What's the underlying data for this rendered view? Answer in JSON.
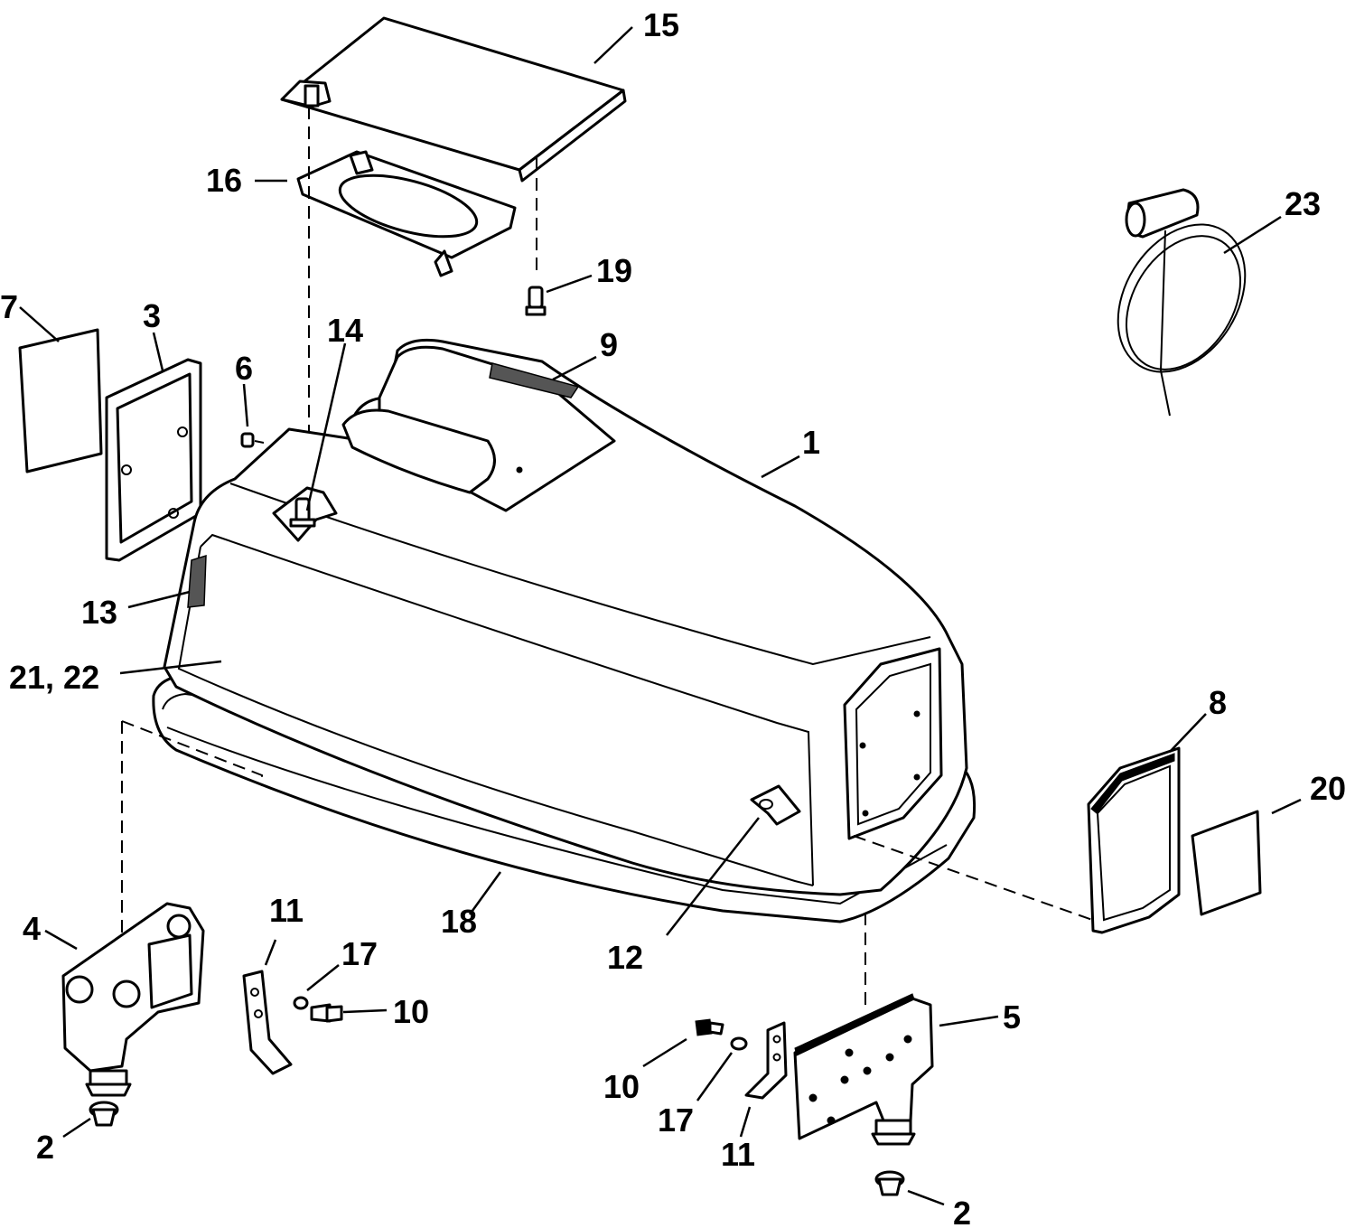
{
  "callouts": {
    "c1": "1",
    "c2a": "2",
    "c2b": "2",
    "c3": "3",
    "c4": "4",
    "c5": "5",
    "c6": "6",
    "c7": "7",
    "c8": "8",
    "c9": "9",
    "c10a": "10",
    "c10b": "10",
    "c11a": "11",
    "c11b": "11",
    "c12": "12",
    "c13": "13",
    "c14": "14",
    "c15": "15",
    "c16": "16",
    "c17a": "17",
    "c17b": "17",
    "c18": "18",
    "c19": "19",
    "c20": "20",
    "c21_22": "21, 22",
    "c23": "23"
  }
}
